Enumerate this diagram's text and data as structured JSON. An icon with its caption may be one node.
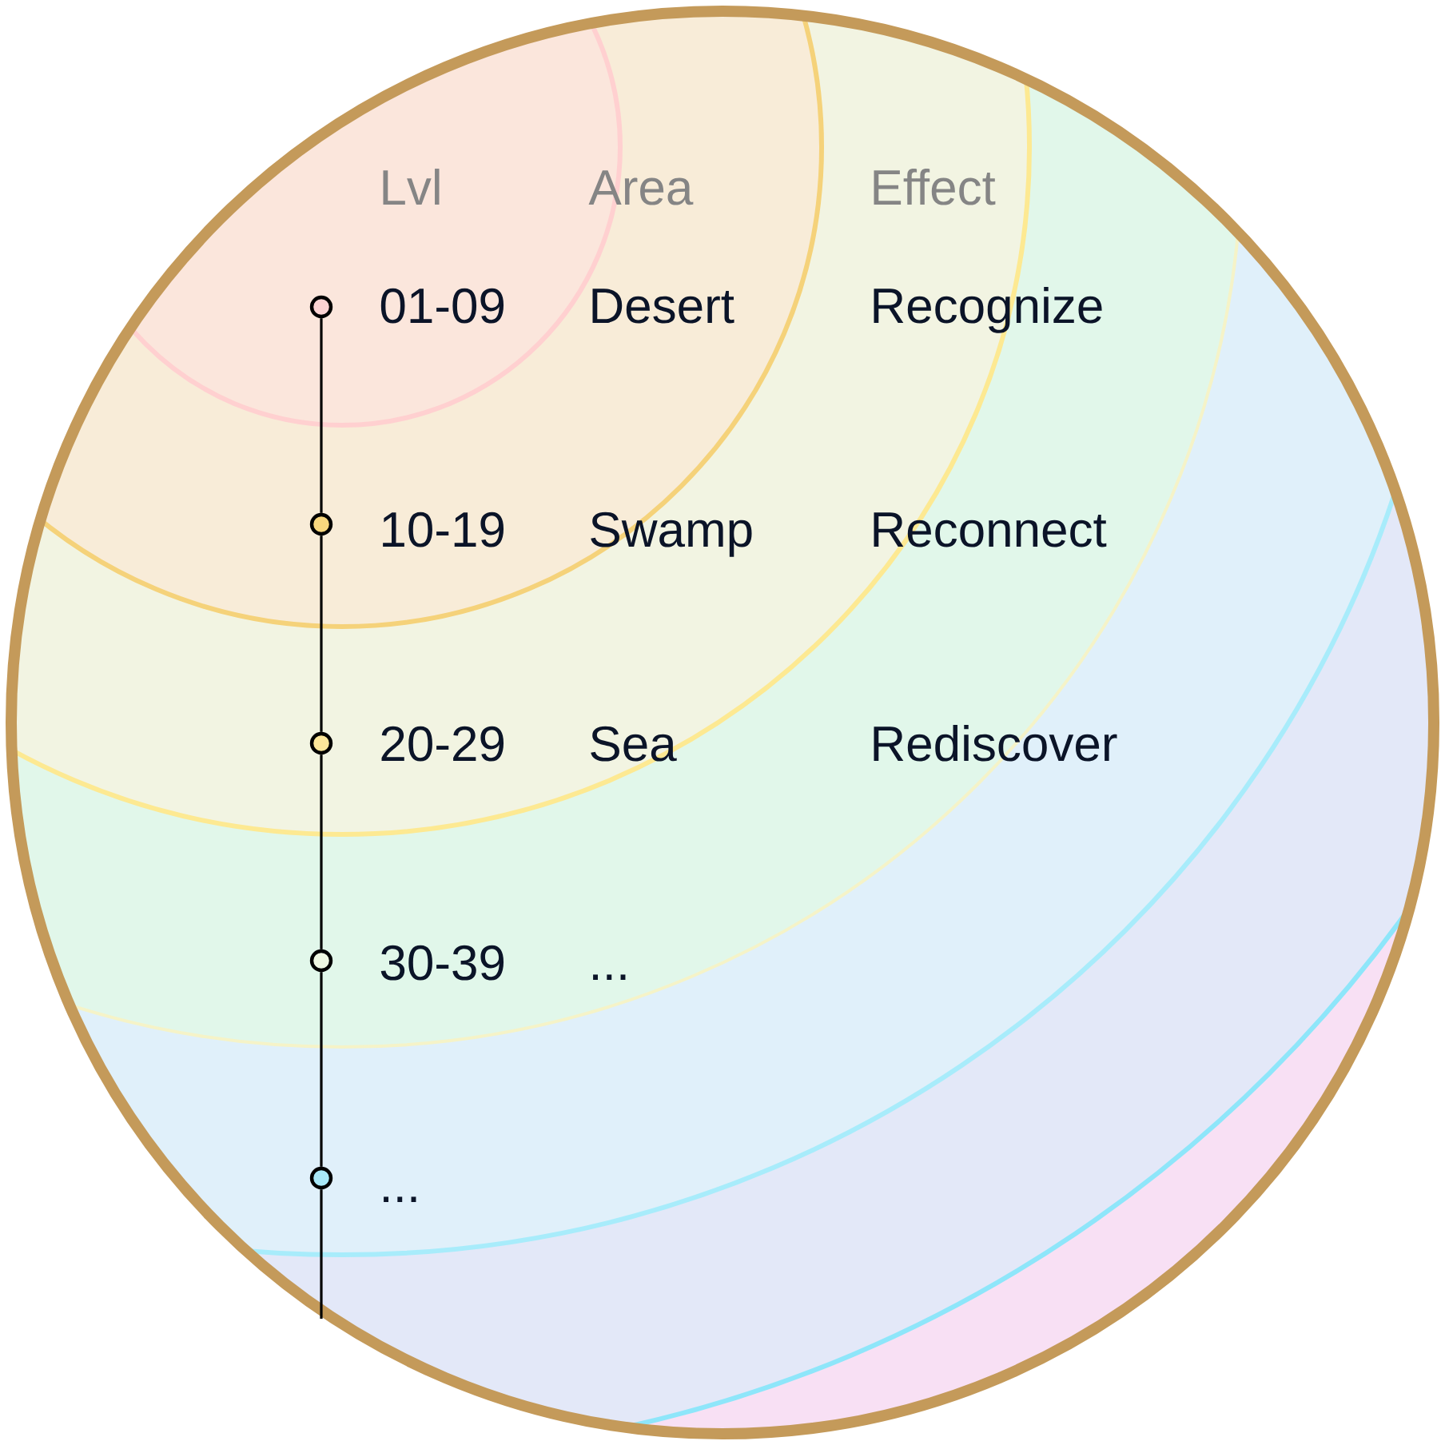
{
  "diagram": {
    "nodes": [
      {
        "text": [],
        "shape": "circle"
      },
      {
        "text": [],
        "shape": "circle"
      },
      {
        "text": [],
        "shape": "circle"
      },
      {
        "text": [],
        "shape": "circle"
      },
      {
        "text": [],
        "shape": "circle"
      }
    ],
    "edges": [
      {
        "from": 0,
        "to": 1,
        "arrow": "none"
      },
      {
        "from": 1,
        "to": 2,
        "arrow": "none"
      },
      {
        "from": 2,
        "to": 3,
        "arrow": "none"
      },
      {
        "from": 3,
        "to": 4,
        "arrow": "none"
      },
      {
        "from": 4,
        "to": null,
        "arrow": "none"
      }
    ],
    "labels": [
      "Lvl",
      "Area",
      "Effect",
      "01-09",
      "Desert",
      "Recognize",
      "10-19",
      "Swamp",
      "Reconnect",
      "20-29",
      "Sea",
      "Rediscover",
      "30-39",
      "...",
      "..."
    ]
  }
}
